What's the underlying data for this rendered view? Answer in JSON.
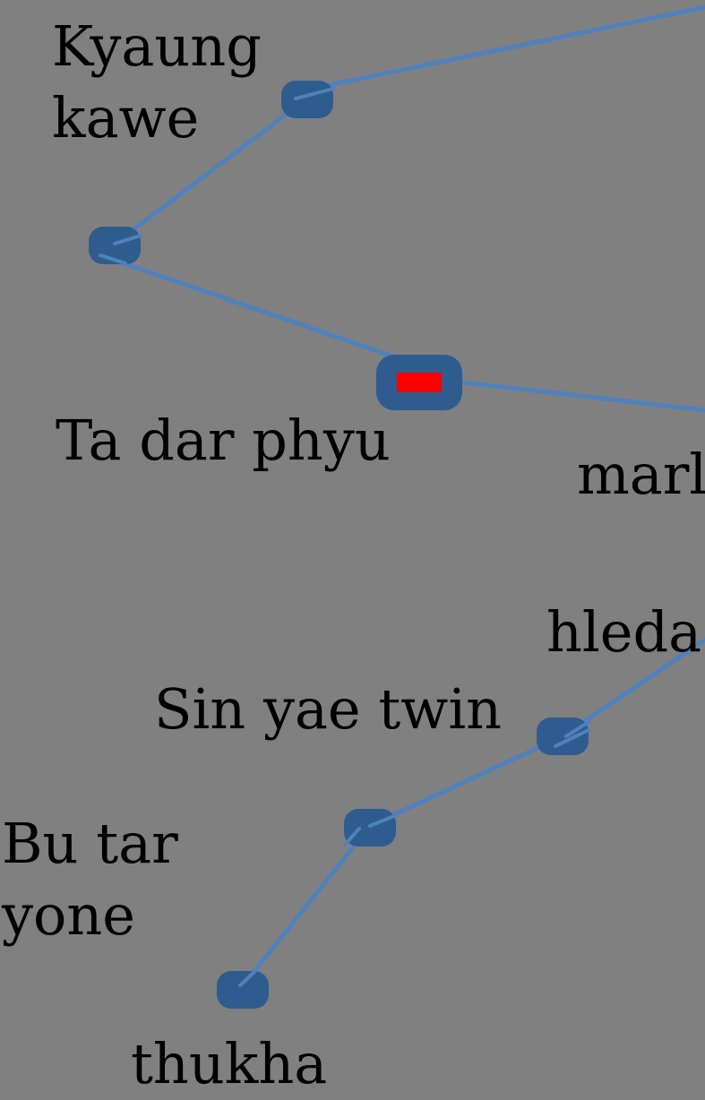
{
  "colors": {
    "background": "#808080",
    "edge": "#4f81bd",
    "node_fill": "#2f5c8f",
    "highlight": "#ff0000",
    "text": "#000000"
  },
  "labels": {
    "kyaung_kawe": [
      "Kyaung",
      "kawe"
    ],
    "ta_dar_phyu": "Ta dar phyu",
    "marl": "marl",
    "hleda": "hleda",
    "sin_yae_twin": "Sin yae twin",
    "bu_tar_yone": [
      "Bu tar",
      "yone"
    ],
    "thukha": "thukha"
  }
}
